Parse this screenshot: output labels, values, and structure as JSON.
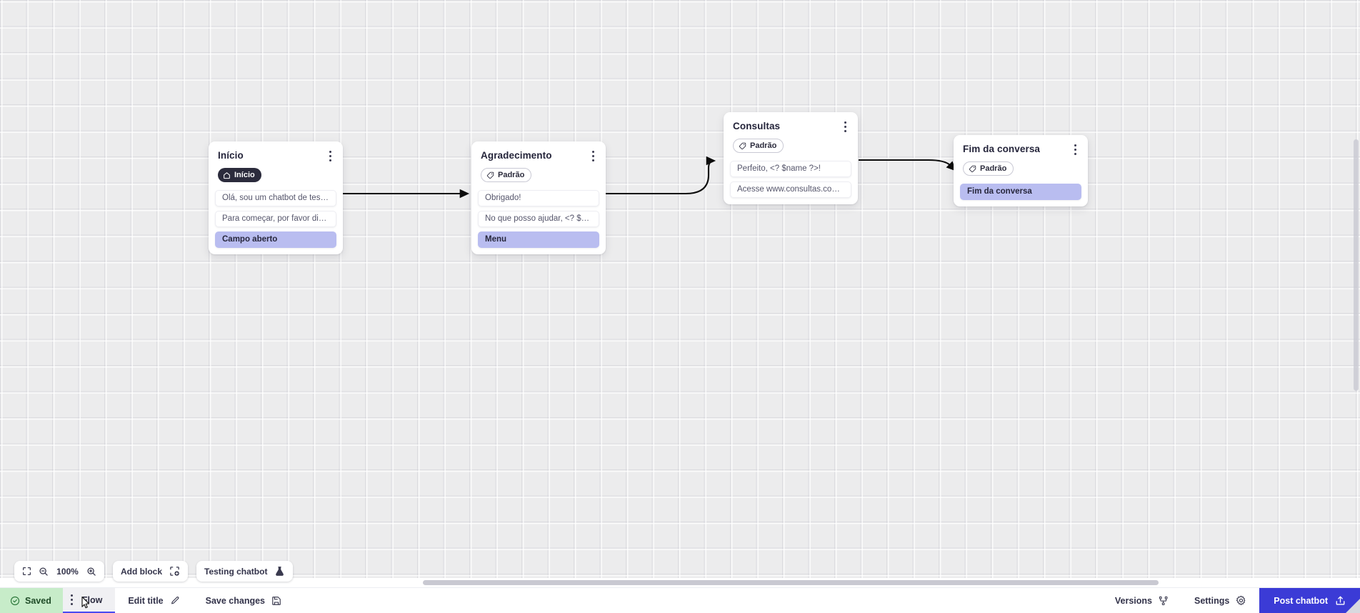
{
  "canvas": {
    "zoom_level": "100%",
    "nodes": [
      {
        "id": "inicio",
        "title": "Início",
        "badge": {
          "label": "Início",
          "icon": "home-icon",
          "style": "dark"
        },
        "rows": [
          {
            "text": "Olá, sou um chatbot de teste!",
            "accent": false
          },
          {
            "text": "Para começar, por favor digite o ...",
            "accent": false
          },
          {
            "text": "Campo aberto",
            "accent": true
          }
        ]
      },
      {
        "id": "agradecimento",
        "title": "Agradecimento",
        "badge": {
          "label": "Padrão",
          "icon": "tag-icon",
          "style": "outline"
        },
        "rows": [
          {
            "text": "Obrigado!",
            "accent": false
          },
          {
            "text": "No que posso ajudar, <? $name ...",
            "accent": false
          },
          {
            "text": "Menu",
            "accent": true
          }
        ]
      },
      {
        "id": "consultas",
        "title": "Consultas",
        "badge": {
          "label": "Padrão",
          "icon": "tag-icon",
          "style": "outline"
        },
        "rows": [
          {
            "text": "Perfeito, <? $name ?>!",
            "accent": false
          },
          {
            "text": "Acesse www.consultas.com par...",
            "accent": false
          }
        ]
      },
      {
        "id": "fim-da-conversa",
        "title": "Fim da conversa",
        "badge": {
          "label": "Padrão",
          "icon": "tag-icon",
          "style": "outline"
        },
        "rows": [
          {
            "text": "Fim da conversa",
            "accent": true
          }
        ]
      }
    ]
  },
  "toolbar": {
    "fit_view_icon": "fit-screen-icon",
    "zoom_out_icon": "zoom-out-icon",
    "zoom_value": "100%",
    "zoom_in_icon": "zoom-in-icon",
    "add_block_label": "Add block",
    "add_block_icon": "add-block-icon",
    "testing_chatbot_label": "Testing chatbot",
    "testing_chatbot_icon": "flask-icon"
  },
  "statusbar": {
    "saved_label": "Saved",
    "saved_icon": "check-circle-icon",
    "flow_label": "Flow",
    "flow_menu_icon": "kebab-menu-icon",
    "edit_title_label": "Edit title",
    "edit_title_icon": "pencil-icon",
    "save_changes_label": "Save changes",
    "save_changes_icon": "floppy-disk-icon",
    "versions_label": "Versions",
    "versions_icon": "branch-icon",
    "settings_label": "Settings",
    "settings_icon": "gear-icon",
    "post_chatbot_label": "Post chatbot",
    "post_chatbot_icon": "upload-icon"
  },
  "colors": {
    "accent_row": "#b9bdf0",
    "post_button": "#3b3bd6",
    "saved_banner": "#c7ecc9",
    "canvas_bg": "#ececed",
    "badge_dark": "#2b2b3c"
  }
}
